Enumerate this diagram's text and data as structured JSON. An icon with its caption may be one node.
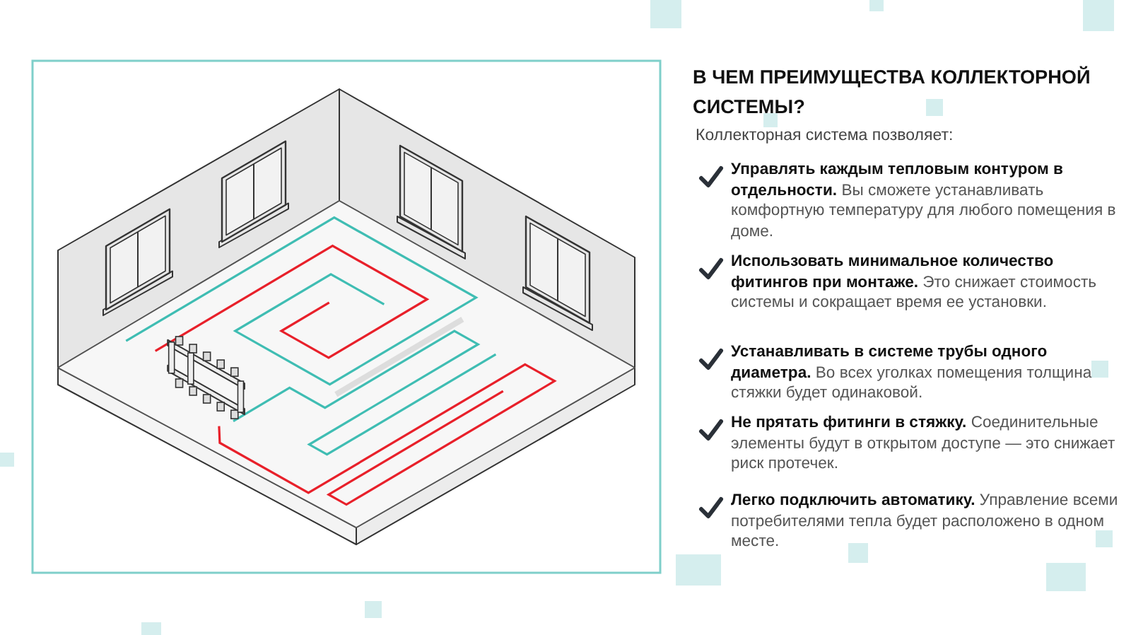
{
  "diagram": {
    "title": "В ЧЕМ ПРЕИМУЩЕСТВА КОЛЛЕКТОРНОЙ СИСТЕМЫ?",
    "labels": [
      "Коллекторная система позволяет:",
      "**Управлять каждым тепловым контуром в отдельности.** Вы сможете устанавливать комфортную температуру для любого помещения в доме.",
      "**Использовать минимальное количество фитингов при монтаже.** Это снижает стоимость системы и сокращает время ее установки.",
      "**Устанавливать в системе трубы одного диаметра.** Во всех уголках помещения толщина стяжки будет одинаковой.",
      "**Не прятать фитинги в стяжку.** Соединительные элементы будут в открытом доступе — это снижает риск протечек.",
      "**Легко подключить автоматику.** Управление всеми потребителями тепла будет расположено в одном месте."
    ]
  }
}
